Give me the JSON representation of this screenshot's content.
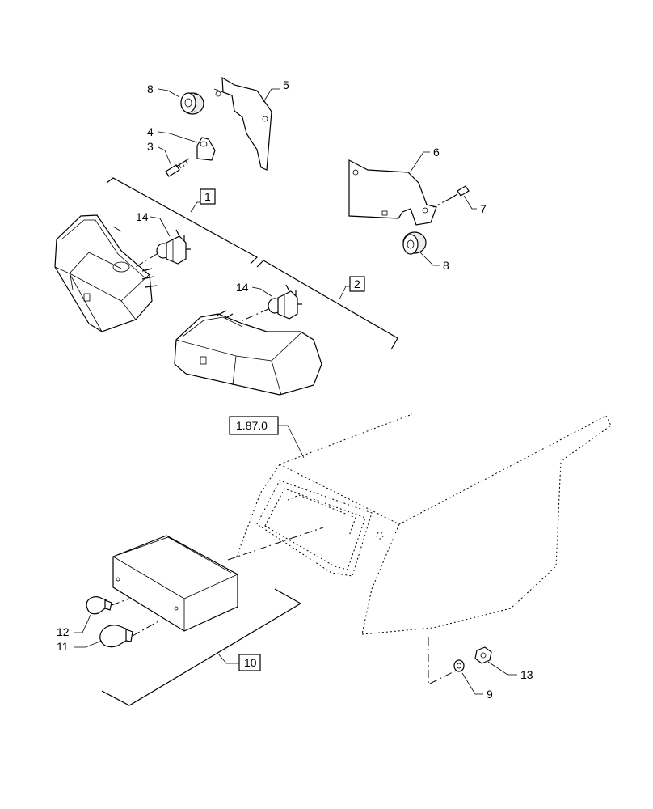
{
  "callouts": {
    "c1": "1",
    "c2": "2",
    "c3": "3",
    "c4": "4",
    "c5": "5",
    "c6": "6",
    "c7": "7",
    "c8a": "8",
    "c8b": "8",
    "c9": "9",
    "c10": "10",
    "c11": "11",
    "c12": "12",
    "c13": "13",
    "c14a": "14",
    "c14b": "14",
    "ref": "1.87.0"
  }
}
